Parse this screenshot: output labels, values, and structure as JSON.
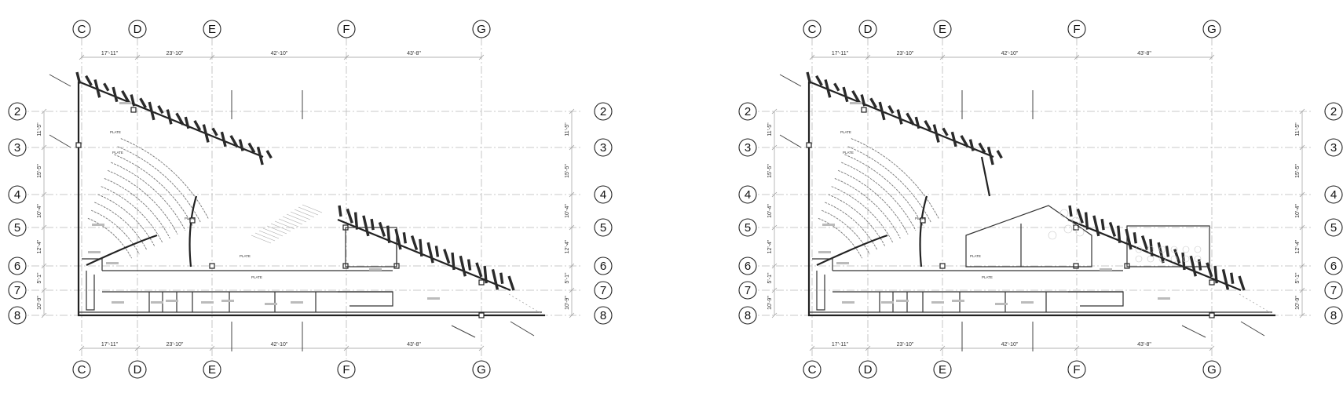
{
  "drawing": {
    "column_grid": [
      "C",
      "D",
      "E",
      "F",
      "G"
    ],
    "row_grid": [
      "2",
      "3",
      "4",
      "5",
      "6",
      "7",
      "8"
    ],
    "horizontal_dimensions": [
      "17'-11\"",
      "23'-10\"",
      "42'-10\"",
      "43'-8\""
    ],
    "vertical_dimensions": [
      "11'-5\"",
      "15'-5\"",
      "10'-4\"",
      "12'-4\"",
      "5'-1\"",
      "10'-9\""
    ],
    "elevation_tag": "PLATE"
  },
  "plans": [
    {
      "id": "left-plan"
    },
    {
      "id": "right-plan"
    }
  ]
}
